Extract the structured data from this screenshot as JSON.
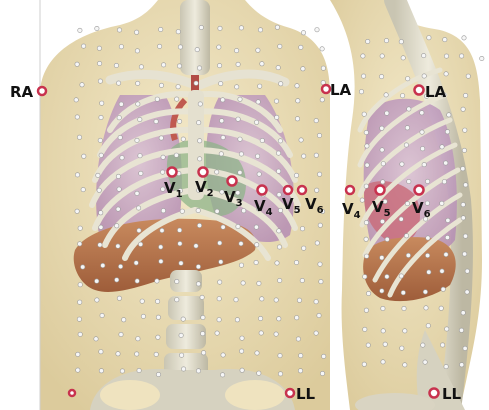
{
  "labels": {
    "ra": "RA",
    "la_front": "LA",
    "la_side": "LA",
    "ll_front": "LL",
    "ll_side": "LL",
    "v1": {
      "base": "V",
      "sub": "1"
    },
    "v2": {
      "base": "V",
      "sub": "2"
    },
    "v3": {
      "base": "V",
      "sub": "3"
    },
    "v4": {
      "base": "V",
      "sub": "4"
    },
    "v5": {
      "base": "V",
      "sub": "5"
    },
    "v6": {
      "base": "V",
      "sub": "6"
    },
    "v4_side": {
      "base": "V",
      "sub": "4"
    },
    "v5_side": {
      "base": "V",
      "sub": "5"
    },
    "v6_side": {
      "base": "V",
      "sub": "6"
    }
  },
  "colors": {
    "skin": "#efe3bf",
    "bone": "#d9d6c6",
    "lung": "#c9a9c8",
    "liver": "#b8764e",
    "heart": "#c44a58",
    "electrode_ring": "#c8324e",
    "grid_dot": "#f4f4f4"
  }
}
